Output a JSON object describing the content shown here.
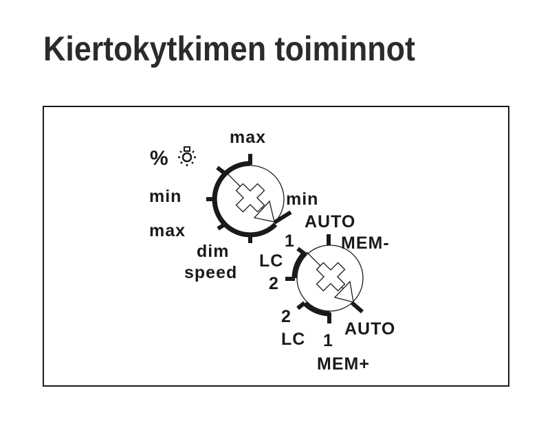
{
  "title": "Kiertokytkimen toiminnot",
  "knob_upper": {
    "symbols": "%",
    "icon": "light-bulb-icon",
    "labels": {
      "top_max": "max",
      "left_min": "min",
      "right_min": "min",
      "left_max": "max",
      "dim": "dim",
      "speed": "speed"
    }
  },
  "knob_lower": {
    "labels": {
      "auto_top": "AUTO",
      "one_top": "1",
      "mem_minus": "MEM-",
      "lc_top": "LC",
      "two_top": "2",
      "two_bottom": "2",
      "lc_bottom": "LC",
      "one_bottom": "1",
      "auto_bottom": "AUTO",
      "mem_plus": "MEM+"
    }
  }
}
